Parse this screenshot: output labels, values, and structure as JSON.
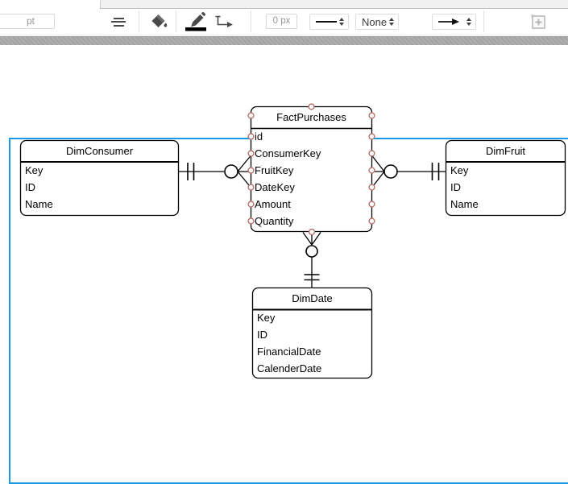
{
  "toolbar": {
    "font_size_unit_label": "pt",
    "line_width_value": "0 px",
    "none_option_label": "None",
    "icons": {
      "align": "align-center-icon",
      "fill": "paint-bucket-icon",
      "line_color": "pencil-line-color-icon",
      "connector": "elbow-connector-arrow-icon",
      "line_style": "solid-line-icon",
      "arrow_style": "arrow-line-icon",
      "insert": "plus-note-icon"
    }
  },
  "colors": {
    "page_outline_blue": "#1899e4",
    "connection_point_red": "#b5736c",
    "table_border": "#000000",
    "canvas_background": "#ffffff"
  },
  "diagram": {
    "tables": [
      {
        "name": "DimConsumer",
        "fields": [
          "Key",
          "ID",
          "Name"
        ]
      },
      {
        "name": "FactPurchases",
        "fields": [
          "id",
          "ConsumerKey",
          "FruitKey",
          "DateKey",
          "Amount",
          "Quantity"
        ]
      },
      {
        "name": "DimFruit",
        "fields": [
          "Key",
          "ID",
          "Name"
        ]
      },
      {
        "name": "DimDate",
        "fields": [
          "Key",
          "ID",
          "FinancialDate",
          "CalenderDate"
        ]
      }
    ],
    "relations": [
      {
        "from": "DimConsumer",
        "from_notation": "exactly-one",
        "to": "FactPurchases",
        "to_notation": "zero-or-many"
      },
      {
        "from": "DimFruit",
        "from_notation": "exactly-one",
        "to": "FactPurchases",
        "to_notation": "zero-or-many"
      },
      {
        "from": "DimDate",
        "from_notation": "exactly-one",
        "to": "FactPurchases",
        "to_notation": "zero-or-many"
      }
    ]
  }
}
